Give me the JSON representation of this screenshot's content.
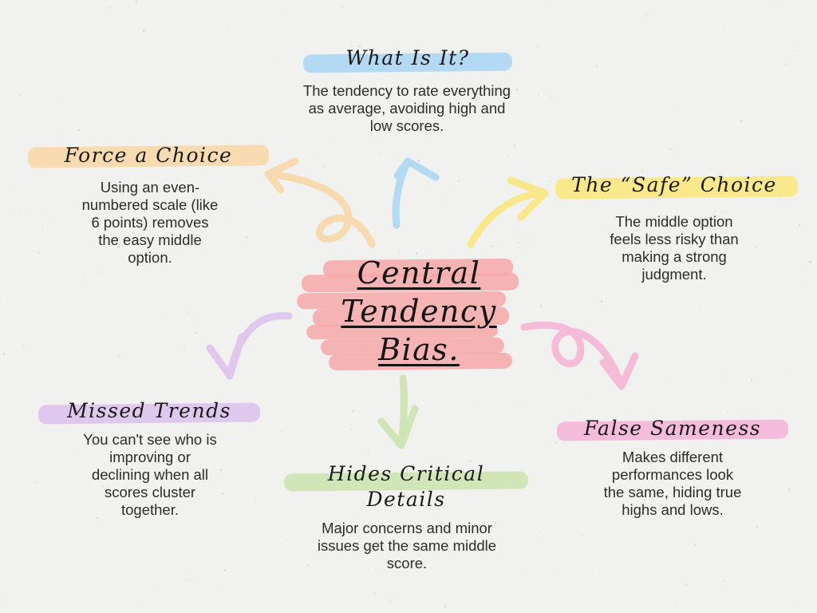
{
  "center": {
    "lines": [
      "Central",
      "Tendency",
      "Bias."
    ]
  },
  "nodes": {
    "what_is_it": {
      "title": "What Is It?",
      "lines": [
        "The tendency to rate everything",
        "as average, avoiding high and",
        "low scores."
      ]
    },
    "safe_choice": {
      "title": "The “Safe” Choice",
      "lines": [
        "The middle option",
        "feels less risky than",
        "making a strong",
        "judgment."
      ]
    },
    "false_sameness": {
      "title": "False Sameness",
      "lines": [
        "Makes different",
        "performances look",
        "the same, hiding true",
        "highs and lows."
      ]
    },
    "hides_details": {
      "title": "Hides Critical Details",
      "title_lines": [
        "Hides Critical",
        "Details"
      ],
      "lines": [
        "Major concerns and minor",
        "issues get the same middle",
        "score."
      ]
    },
    "missed_trends": {
      "title": "Missed Trends",
      "lines": [
        "You can't see who is",
        "improving or",
        "declining when all",
        "scores cluster",
        "together."
      ]
    },
    "force_choice": {
      "title": "Force a Choice",
      "lines": [
        "Using an even-",
        "numbered scale (like",
        "6 points) removes",
        "the easy middle",
        "option."
      ]
    }
  },
  "colors": {
    "background": "#f1f1f0",
    "blue": "#a9d6f3",
    "yellow": "#fbe77a",
    "pink": "#f6b2d6",
    "green": "#cbe4ad",
    "purple": "#dcc1ec",
    "orange": "#f9d7a6",
    "red": "#f7a8a8"
  }
}
